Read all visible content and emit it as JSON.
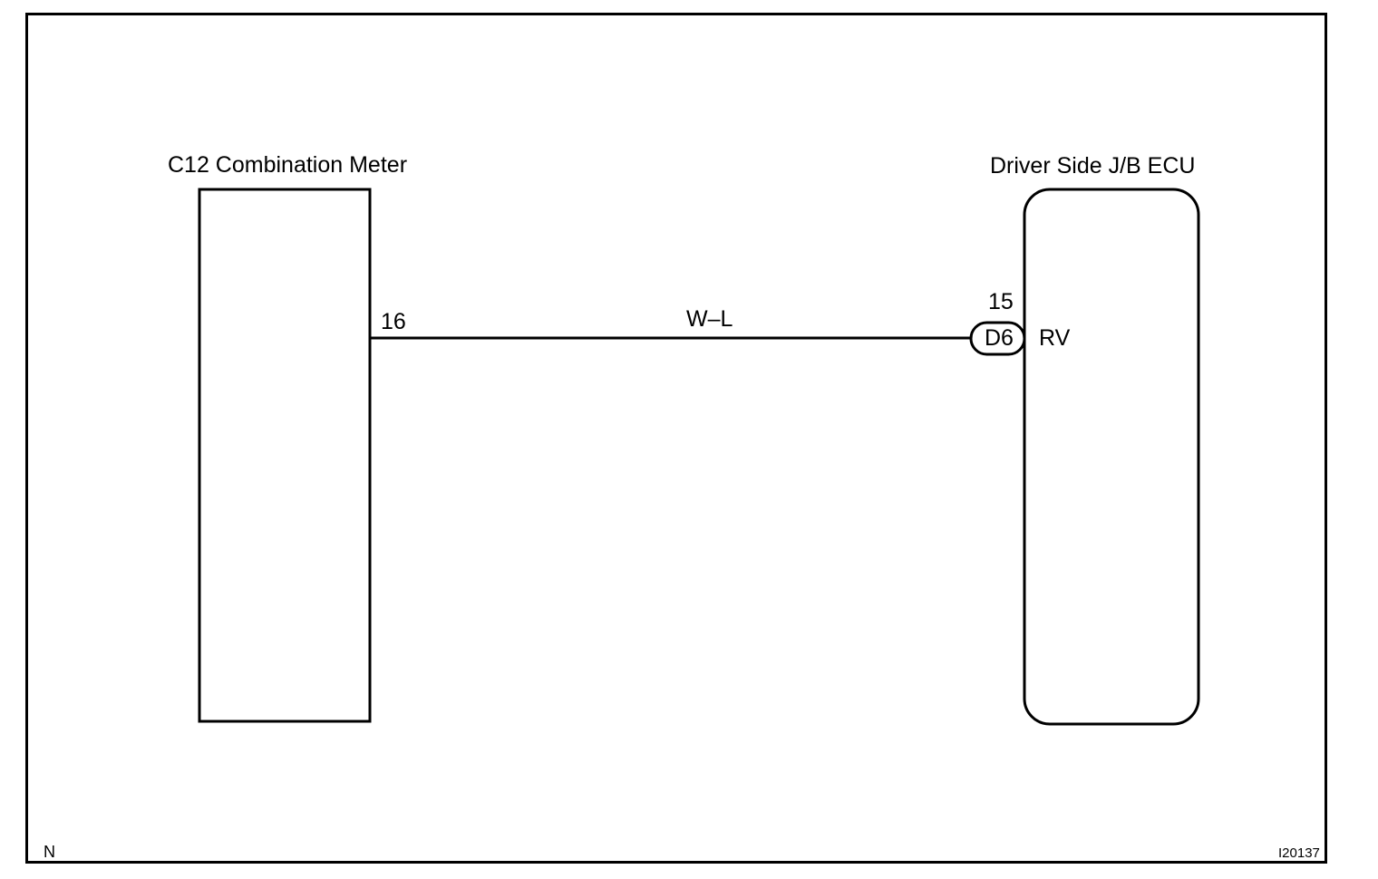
{
  "diagram": {
    "left_component": {
      "label": "C12 Combination Meter",
      "pin": "16"
    },
    "right_component": {
      "label": "Driver Side J/B ECU",
      "pin": "15",
      "connector": "D6",
      "terminal": "RV"
    },
    "wire": {
      "color_code": "W–L"
    },
    "footer": {
      "corner_mark": "N",
      "figure_id": "I20137"
    }
  }
}
